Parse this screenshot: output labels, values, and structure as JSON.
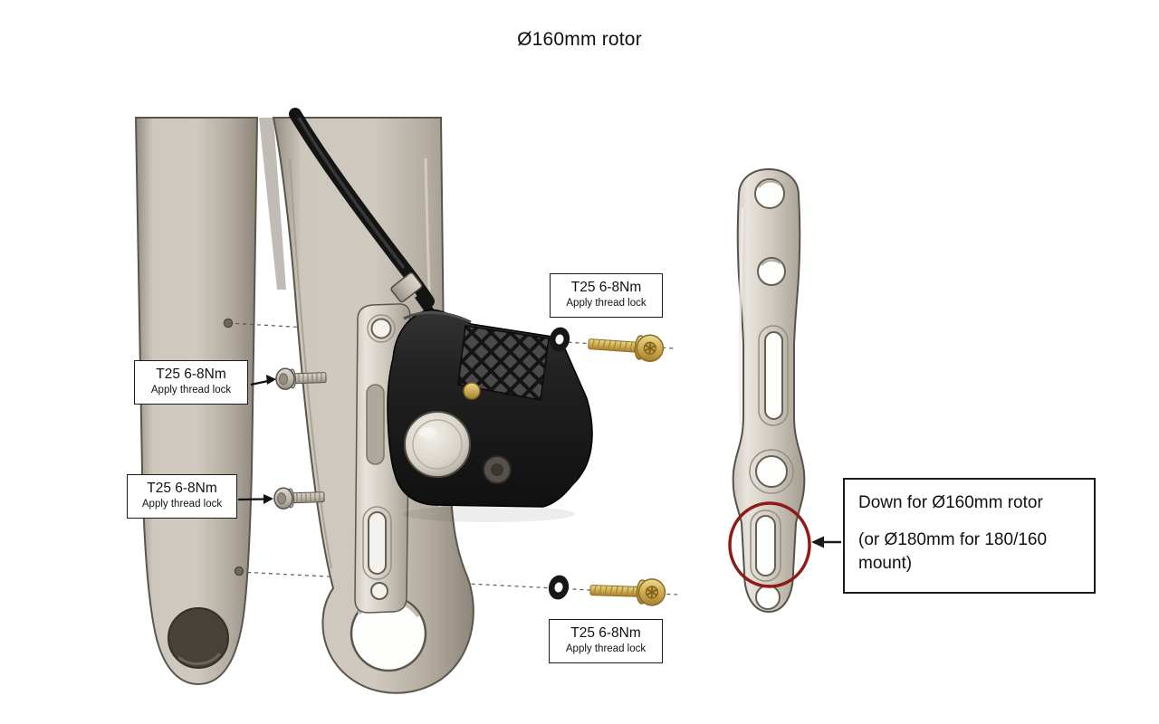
{
  "title": "Ø160mm rotor",
  "callouts": {
    "top_right": {
      "torque": "T25 6-8Nm",
      "note": "Apply thread lock"
    },
    "left_upper": {
      "torque": "T25 6-8Nm",
      "note": "Apply thread lock"
    },
    "left_lower": {
      "torque": "T25 6-8Nm",
      "note": "Apply thread lock"
    },
    "bottom": {
      "torque": "T25 6-8Nm",
      "note": "Apply thread lock"
    }
  },
  "note_box": {
    "line1": "Down for Ø160mm rotor",
    "line2": "(or Ø180mm for 180/160 mount)"
  },
  "colors": {
    "fork_metal": "#b3aca1",
    "adapter_metal": "#cfc9c0",
    "caliper_black": "#1e1e1e",
    "bolt_gold": "#c9a44c",
    "highlight_red": "#8e1b15"
  }
}
